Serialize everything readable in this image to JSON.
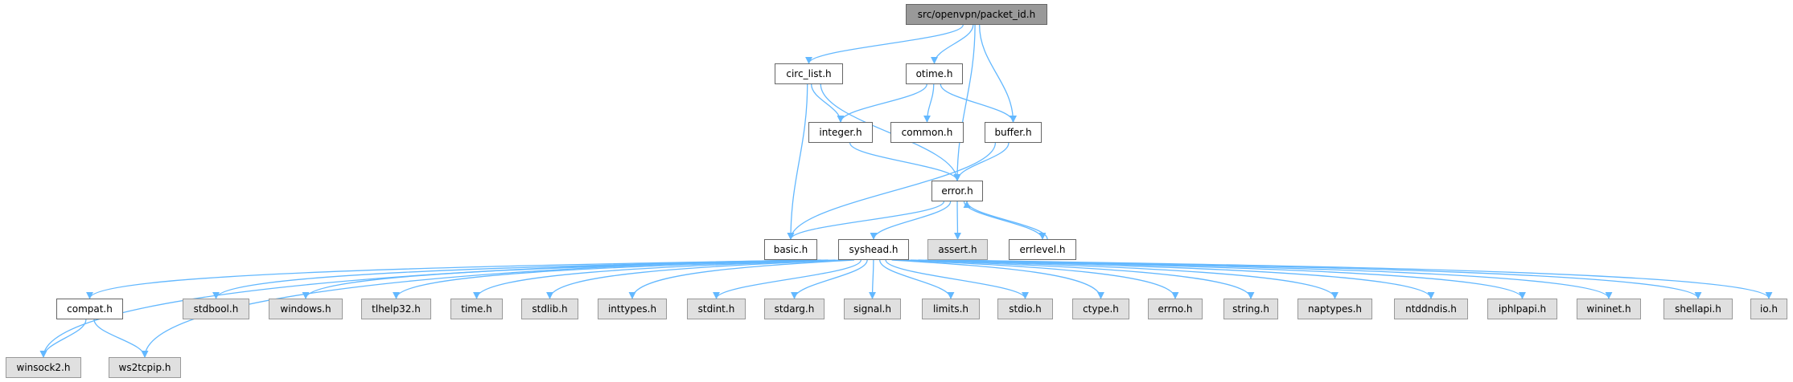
{
  "colors": {
    "edge": "#63b8ff",
    "root_fill": "#999999",
    "local_fill": "#ffffff",
    "system_fill": "#e0e0e0"
  },
  "nodes": {
    "packet_id": {
      "label": "src/openvpn/packet_id.h",
      "kind": "root"
    },
    "circ_list": {
      "label": "circ_list.h",
      "kind": "local"
    },
    "otime": {
      "label": "otime.h",
      "kind": "local"
    },
    "integer": {
      "label": "integer.h",
      "kind": "local"
    },
    "common": {
      "label": "common.h",
      "kind": "local"
    },
    "buffer": {
      "label": "buffer.h",
      "kind": "local"
    },
    "error": {
      "label": "error.h",
      "kind": "local"
    },
    "basic": {
      "label": "basic.h",
      "kind": "local"
    },
    "syshead": {
      "label": "syshead.h",
      "kind": "local"
    },
    "assert": {
      "label": "assert.h",
      "kind": "system"
    },
    "errlevel": {
      "label": "errlevel.h",
      "kind": "local"
    },
    "compat": {
      "label": "compat.h",
      "kind": "local"
    },
    "stdbool": {
      "label": "stdbool.h",
      "kind": "system"
    },
    "windows": {
      "label": "windows.h",
      "kind": "system"
    },
    "tlhelp32": {
      "label": "tlhelp32.h",
      "kind": "system"
    },
    "time": {
      "label": "time.h",
      "kind": "system"
    },
    "stdlib": {
      "label": "stdlib.h",
      "kind": "system"
    },
    "inttypes": {
      "label": "inttypes.h",
      "kind": "system"
    },
    "stdint": {
      "label": "stdint.h",
      "kind": "system"
    },
    "stdarg": {
      "label": "stdarg.h",
      "kind": "system"
    },
    "signal": {
      "label": "signal.h",
      "kind": "system"
    },
    "limits": {
      "label": "limits.h",
      "kind": "system"
    },
    "stdio": {
      "label": "stdio.h",
      "kind": "system"
    },
    "ctype": {
      "label": "ctype.h",
      "kind": "system"
    },
    "errno": {
      "label": "errno.h",
      "kind": "system"
    },
    "string": {
      "label": "string.h",
      "kind": "system"
    },
    "naptypes": {
      "label": "naptypes.h",
      "kind": "system"
    },
    "ntddndis": {
      "label": "ntddndis.h",
      "kind": "system"
    },
    "iphlpapi": {
      "label": "iphlpapi.h",
      "kind": "system"
    },
    "wininet": {
      "label": "wininet.h",
      "kind": "system"
    },
    "shellapi": {
      "label": "shellapi.h",
      "kind": "system"
    },
    "io": {
      "label": "io.h",
      "kind": "system"
    },
    "winsock2": {
      "label": "winsock2.h",
      "kind": "system"
    },
    "ws2tcpip": {
      "label": "ws2tcpip.h",
      "kind": "system"
    }
  },
  "edges": [
    [
      "packet_id",
      "circ_list"
    ],
    [
      "packet_id",
      "otime"
    ],
    [
      "packet_id",
      "buffer"
    ],
    [
      "packet_id",
      "error"
    ],
    [
      "circ_list",
      "integer"
    ],
    [
      "circ_list",
      "error"
    ],
    [
      "circ_list",
      "basic"
    ],
    [
      "otime",
      "integer"
    ],
    [
      "otime",
      "common"
    ],
    [
      "otime",
      "buffer"
    ],
    [
      "integer",
      "error"
    ],
    [
      "buffer",
      "error"
    ],
    [
      "buffer",
      "basic"
    ],
    [
      "error",
      "basic"
    ],
    [
      "error",
      "syshead"
    ],
    [
      "error",
      "assert"
    ],
    [
      "error",
      "errlevel"
    ],
    [
      "errlevel",
      "error"
    ],
    [
      "syshead",
      "winsock2"
    ],
    [
      "syshead",
      "ws2tcpip"
    ],
    [
      "syshead",
      "compat"
    ],
    [
      "syshead",
      "stdbool"
    ],
    [
      "syshead",
      "windows"
    ],
    [
      "syshead",
      "tlhelp32"
    ],
    [
      "syshead",
      "time"
    ],
    [
      "syshead",
      "stdlib"
    ],
    [
      "syshead",
      "inttypes"
    ],
    [
      "syshead",
      "stdint"
    ],
    [
      "syshead",
      "stdarg"
    ],
    [
      "syshead",
      "signal"
    ],
    [
      "syshead",
      "limits"
    ],
    [
      "syshead",
      "stdio"
    ],
    [
      "syshead",
      "ctype"
    ],
    [
      "syshead",
      "errno"
    ],
    [
      "syshead",
      "string"
    ],
    [
      "syshead",
      "naptypes"
    ],
    [
      "syshead",
      "ntddndis"
    ],
    [
      "syshead",
      "iphlpapi"
    ],
    [
      "syshead",
      "wininet"
    ],
    [
      "syshead",
      "shellapi"
    ],
    [
      "syshead",
      "io"
    ],
    [
      "compat",
      "winsock2"
    ],
    [
      "compat",
      "ws2tcpip"
    ]
  ]
}
